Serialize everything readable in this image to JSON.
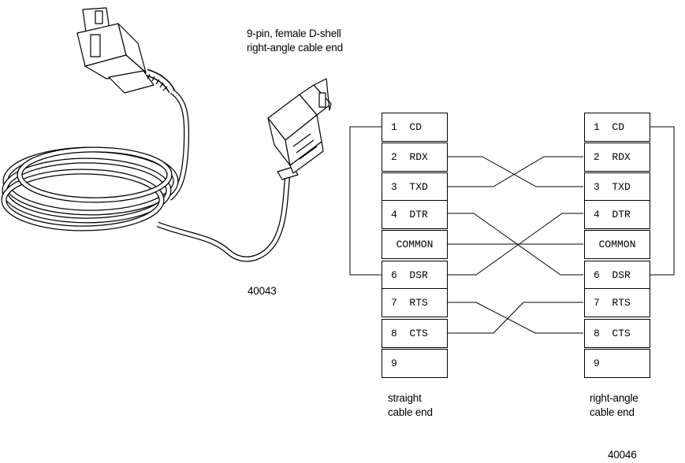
{
  "cable_caption": [
    "9-pin, female D-shell",
    "right-angle cable end"
  ],
  "figure_id_left": "40043",
  "figure_id_right": "40046",
  "left_end": {
    "pins": [
      "1  CD",
      "2  RDX",
      "3  TXD",
      "4  DTR",
      "COMMON",
      "6  DSR",
      "7  RTS",
      "8  CTS",
      "9"
    ],
    "label": [
      "straight",
      "cable end"
    ]
  },
  "right_end": {
    "pins": [
      "1  CD",
      "2  RDX",
      "3  TXD",
      "4  DTR",
      "COMMON",
      "6  DSR",
      "7  RTS",
      "8  CTS",
      "9"
    ],
    "label": [
      "right-angle",
      "cable end"
    ]
  }
}
